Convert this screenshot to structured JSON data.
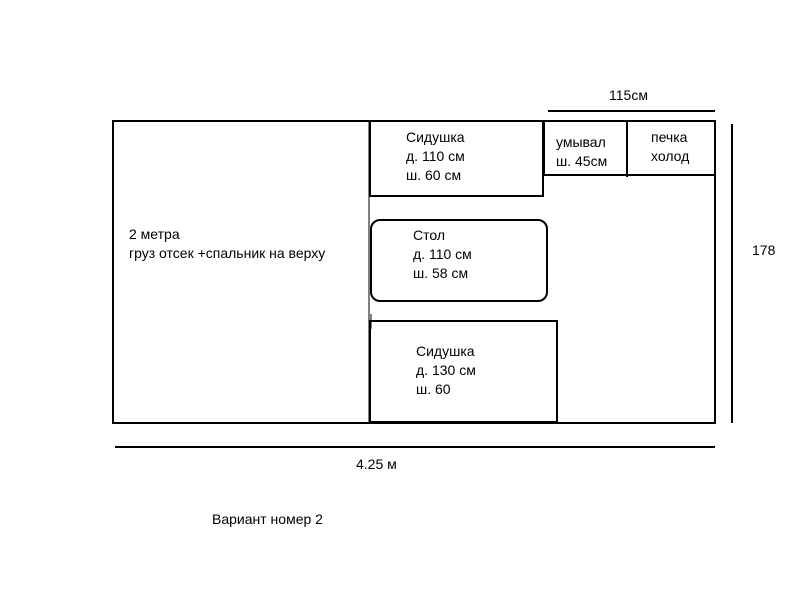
{
  "dimensions": {
    "width_top": "115см",
    "height_right": "178",
    "length_bottom": "4.25 м"
  },
  "cargo": {
    "line1": "2 метра",
    "line2": "груз отсек +спальник на верху"
  },
  "seat_top": {
    "name": "Сидушка",
    "length": "д. 110 см",
    "width": "ш. 60 см"
  },
  "table": {
    "name": "Стол",
    "length": "д. 110 см",
    "width": "ш. 58 см"
  },
  "seat_bottom": {
    "name": "Сидушка",
    "length": "д. 130 см",
    "width": "ш. 60"
  },
  "sink": {
    "line1": "умывал",
    "line2": "ш. 45см"
  },
  "stove": {
    "line1": "печка",
    "line2": "холод"
  },
  "caption": "Вариант номер 2"
}
